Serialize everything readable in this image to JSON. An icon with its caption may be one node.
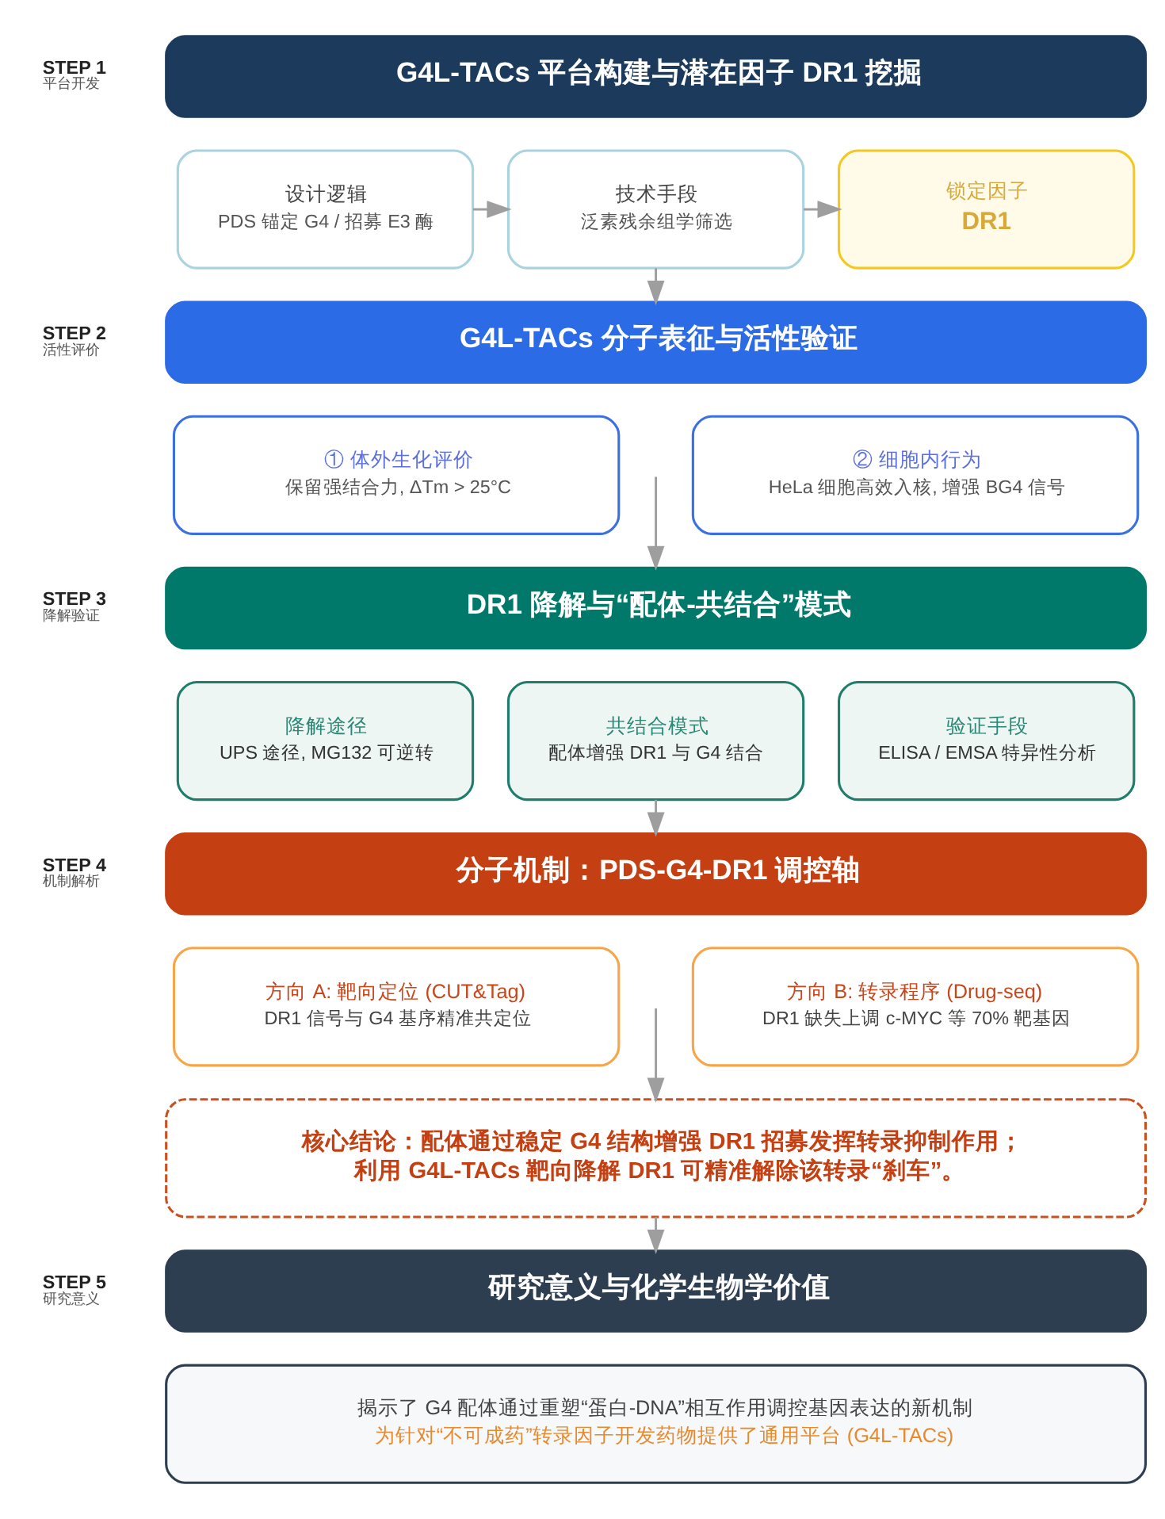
{
  "diagram": {
    "nodes": [
      {
        "text": [
          "G4L-TACs 平台构建与潜在因子 DR1 挖掘"
        ],
        "beside": [
          "STEP 1",
          "平台开发"
        ]
      },
      {
        "text": [
          "设计逻辑",
          "PDS 锚定 G4 / 招募 E3 酶"
        ]
      },
      {
        "text": [
          "技术手段",
          "泛素残余组学筛选"
        ]
      },
      {
        "text": [
          "锁定因子",
          "DR1"
        ]
      },
      {
        "text": [
          "G4L-TACs 分子表征与活性验证"
        ],
        "beside": [
          "STEP 2",
          "活性评价"
        ]
      },
      {
        "text": [
          "① 体外生化评价",
          "保留强结合力, ΔTm > 25°C"
        ]
      },
      {
        "text": [
          "② 细胞内行为",
          "HeLa 细胞高效入核, 增强 BG4 信号"
        ]
      },
      {
        "text": [
          "DR1 降解与“配体-共结合”模式"
        ],
        "beside": [
          "STEP 3",
          "降解验证"
        ]
      },
      {
        "text": [
          "降解途径",
          "UPS 途径, MG132 可逆转"
        ]
      },
      {
        "text": [
          "共结合模式",
          "配体增强 DR1 与 G4 结合"
        ]
      },
      {
        "text": [
          "验证手段",
          "ELISA / EMSA 特异性分析"
        ]
      },
      {
        "text": [
          "分子机制：PDS-G4-DR1 调控轴"
        ],
        "beside": [
          "STEP 4",
          "机制解析"
        ]
      },
      {
        "text": [
          "方向 A: 靶向定位 (CUT&Tag)",
          "DR1 信号与 G4 基序精准共定位"
        ]
      },
      {
        "text": [
          "方向 B: 转录程序 (Drug-seq)",
          "DR1 缺失上调 c-MYC 等 70% 靶基因"
        ]
      },
      {
        "text": [
          "核心结论：配体通过稳定 G4 结构增强 DR1 招募发挥转录抑制作用；利用 G4L-TACs 靶向降解 DR1 可精准解除该转录“刹车”。"
        ]
      },
      {
        "text": [
          "研究意义与化学生物学价值"
        ],
        "beside": [
          "STEP 5",
          "研究意义"
        ]
      },
      {
        "text": [
          "揭示了 G4 配体通过重塑“蛋白-DNA”相互作用调控基因表达的新机制",
          "为针对“不可成药”转录因子开发药物提供了通用平台 (G4L-TACs)"
        ]
      }
    ],
    "edges": [
      {
        "from": 1,
        "to": 2,
        "arrow": "to"
      },
      {
        "from": 2,
        "to": 3,
        "arrow": "to"
      },
      {
        "from": 2,
        "to": 4,
        "arrow": "to"
      },
      {
        "from": null,
        "to": 7,
        "arrow": "to"
      },
      {
        "from": 9,
        "to": 11,
        "arrow": "to"
      },
      {
        "from": null,
        "to": 14,
        "arrow": "to"
      },
      {
        "from": 14,
        "to": 15,
        "arrow": "to"
      }
    ]
  }
}
